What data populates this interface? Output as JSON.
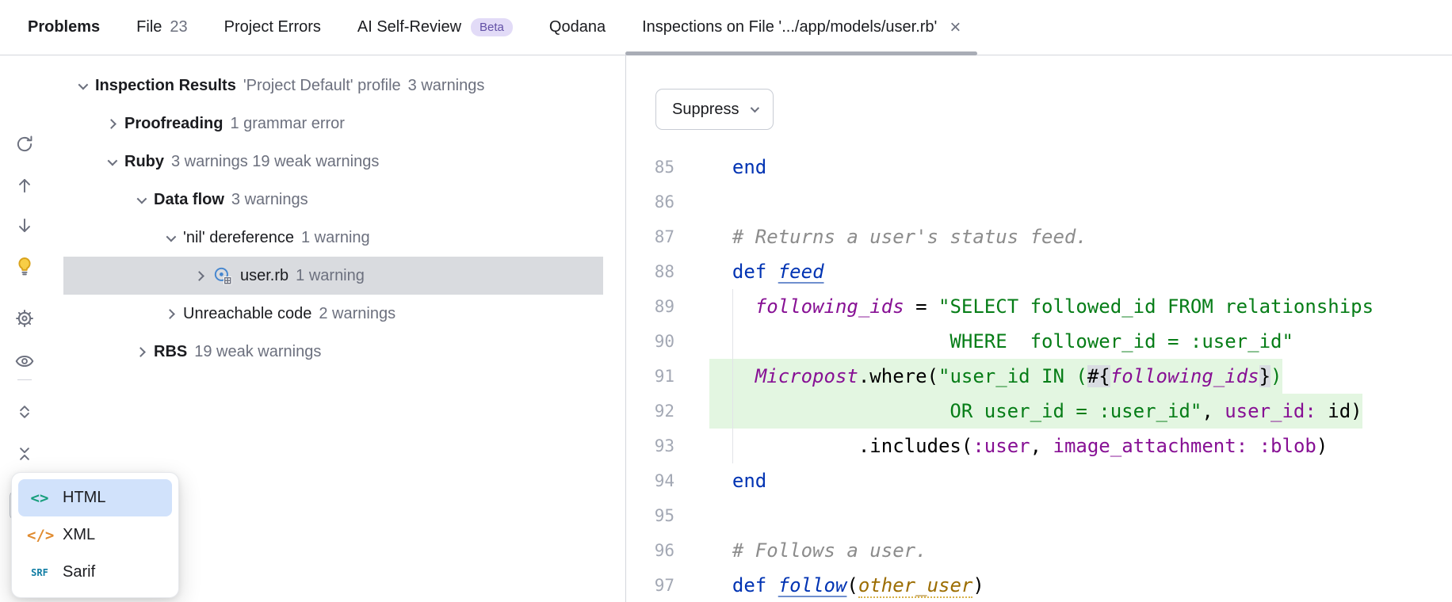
{
  "tabs": {
    "items": [
      {
        "label": "Problems",
        "bold": true
      },
      {
        "label": "File",
        "count": "23"
      },
      {
        "label": "Project Errors"
      },
      {
        "label": "AI Self-Review",
        "badge": "Beta"
      },
      {
        "label": "Qodana"
      },
      {
        "label": "Inspections on File '.../app/models/user.rb'",
        "active": true,
        "closable": true
      }
    ]
  },
  "toolbar": {
    "items": [
      {
        "icon": "rerun-inspection-icon"
      },
      {
        "icon": "previous-problem-icon"
      },
      {
        "icon": "next-problem-icon"
      },
      {
        "icon": "quick-fixes-icon"
      },
      {
        "icon": "inspection-settings-icon"
      },
      {
        "icon": "preview-source-icon"
      },
      {
        "icon": "separator"
      },
      {
        "icon": "expand-all-icon"
      },
      {
        "icon": "collapse-all-icon"
      },
      {
        "icon": "separator"
      },
      {
        "icon": "export-icon",
        "selected": true
      }
    ]
  },
  "tree": {
    "items": [
      {
        "level": 0,
        "chevron": "down",
        "title": "Inspection Results",
        "bold": true,
        "meta": "'Project Default' profile",
        "count": "3 warnings"
      },
      {
        "level": 1,
        "chevron": "right",
        "title": "Proofreading",
        "bold": true,
        "count": "1 grammar error"
      },
      {
        "level": 1,
        "chevron": "down",
        "title": "Ruby",
        "bold": true,
        "count": "3 warnings 19 weak warnings"
      },
      {
        "level": 2,
        "chevron": "down",
        "title": "Data flow",
        "bold": true,
        "count": "3 warnings"
      },
      {
        "level": 3,
        "chevron": "down",
        "title": "'nil' dereference",
        "count": "1 warning"
      },
      {
        "level": 4,
        "chevron": "right",
        "title": "user.rb",
        "icon": "inspection-file-icon",
        "count": "1 warning",
        "selected": true
      },
      {
        "level": 3,
        "chevron": "right",
        "title": "Unreachable code",
        "count": "2 warnings"
      },
      {
        "level": 2,
        "chevron": "right",
        "title": "RBS",
        "bold": true,
        "count": "19 weak warnings"
      }
    ]
  },
  "popup": {
    "items": [
      {
        "icon": "html-filetype-icon",
        "icon_text": "<>",
        "label": "HTML",
        "selected": true
      },
      {
        "icon": "xml-filetype-icon",
        "icon_text": "</>",
        "label": "XML"
      },
      {
        "icon": "sarif-filetype-icon",
        "icon_text": "SRF",
        "label": "Sarif"
      }
    ]
  },
  "editor": {
    "suppress_button": "Suppress",
    "lines": [
      {
        "num": "85",
        "segments": [
          {
            "t": "  end",
            "c": "kw"
          }
        ]
      },
      {
        "num": "86",
        "segments": []
      },
      {
        "num": "87",
        "segments": [
          {
            "t": "  # Returns a user's status feed.",
            "c": "cm"
          }
        ]
      },
      {
        "num": "88",
        "segments": [
          {
            "t": "  ",
            "c": "pl"
          },
          {
            "t": "def",
            "c": "kw"
          },
          {
            "t": " ",
            "c": "pl"
          },
          {
            "t": "feed",
            "c": "meth"
          }
        ]
      },
      {
        "num": "89",
        "segments": [
          {
            "t": "    ",
            "c": "pl"
          },
          {
            "t": "following_ids",
            "c": "var"
          },
          {
            "t": " = ",
            "c": "pl"
          },
          {
            "t": "\"SELECT followed_id FROM relationships",
            "c": "str"
          }
        ]
      },
      {
        "num": "90",
        "segments": [
          {
            "t": "                     WHERE  follower_id = :user_id\"",
            "c": "str"
          }
        ]
      },
      {
        "num": "91",
        "highlight": true,
        "segments": [
          {
            "t": "    ",
            "c": "pl"
          },
          {
            "t": "Micropost",
            "c": "const"
          },
          {
            "t": ".where(",
            "c": "pl"
          },
          {
            "t": "\"user_id IN (",
            "c": "str"
          },
          {
            "t": "#{",
            "c": "interp"
          },
          {
            "t": "following_ids",
            "c": "var"
          },
          {
            "t": "}",
            "c": "interp"
          },
          {
            "t": ")",
            "c": "str"
          }
        ]
      },
      {
        "num": "92",
        "highlight": true,
        "segments": [
          {
            "t": "                     OR user_id = :user_id\"",
            "c": "str"
          },
          {
            "t": ", ",
            "c": "pl"
          },
          {
            "t": "user_id:",
            "c": "sym"
          },
          {
            "t": " id)",
            "c": "pl"
          }
        ]
      },
      {
        "num": "93",
        "segments": [
          {
            "t": "             .includes(",
            "c": "pl"
          },
          {
            "t": ":user",
            "c": "sym"
          },
          {
            "t": ", ",
            "c": "pl"
          },
          {
            "t": "image_attachment:",
            "c": "sym"
          },
          {
            "t": " ",
            "c": "pl"
          },
          {
            "t": ":blob",
            "c": "sym"
          },
          {
            "t": ")",
            "c": "pl"
          }
        ]
      },
      {
        "num": "94",
        "segments": [
          {
            "t": "  end",
            "c": "kw"
          }
        ]
      },
      {
        "num": "95",
        "segments": []
      },
      {
        "num": "96",
        "segments": [
          {
            "t": "  # Follows a user.",
            "c": "cm"
          }
        ]
      },
      {
        "num": "97",
        "segments": [
          {
            "t": "  ",
            "c": "pl"
          },
          {
            "t": "def",
            "c": "kw"
          },
          {
            "t": " ",
            "c": "pl"
          },
          {
            "t": "follow",
            "c": "meth"
          },
          {
            "t": "(",
            "c": "pl"
          },
          {
            "t": "other_user",
            "c": "param"
          },
          {
            "t": ")",
            "c": "pl"
          }
        ]
      }
    ]
  },
  "colors": {
    "keyword": "#0033b3",
    "comment": "#8c8c8c",
    "string": "#067d17",
    "symbol": "#871094",
    "line_highlight": "#e3f6e1",
    "selection": "#d9dbdf",
    "popup_selection": "#d1e2fb",
    "beta_badge_bg": "#e2dbf7"
  }
}
